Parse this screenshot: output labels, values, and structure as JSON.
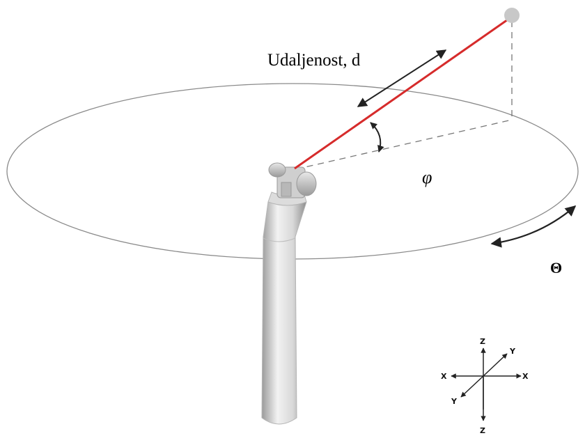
{
  "labels": {
    "distance": "Udaljenost, d",
    "elevation_angle": "φ",
    "azimuth_angle": "Θ"
  },
  "axes_glyph": {
    "z_up": "Z",
    "z_down": "Z",
    "x_left": "X",
    "x_right": "X",
    "y_up": "Y",
    "y_down": "Y"
  },
  "colors": {
    "laser_beam": "#d62b2b",
    "orbit": "#8a8a8a",
    "arrows": "#222222",
    "target": "#c8c8c8"
  }
}
